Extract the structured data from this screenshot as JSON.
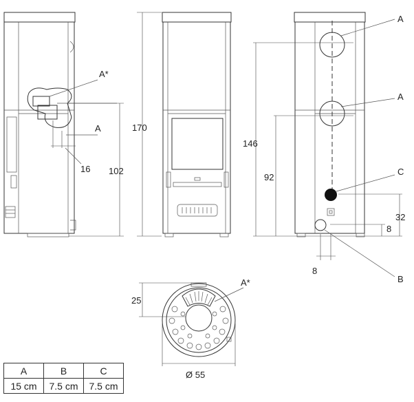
{
  "labels": {
    "a_star_side": "A*",
    "a_side": "A",
    "dim_16": "16",
    "dim_102": "102",
    "dim_170": "170",
    "dim_146": "146",
    "dim_92": "92",
    "dim_32": "32",
    "dim_8_right": "8",
    "dim_8_bottom": "8",
    "a_back_top": "A",
    "a_back_mid": "A",
    "c_back": "C",
    "b_back": "B",
    "dim_25": "25",
    "a_star_top": "A*",
    "diameter": "Ø 55"
  },
  "table": {
    "headers": [
      "A",
      "B",
      "C"
    ],
    "values": [
      "15 cm",
      "7.5 cm",
      "7.5 cm"
    ]
  },
  "colors": {
    "line": "#333333",
    "fill_dark": "#111111"
  }
}
